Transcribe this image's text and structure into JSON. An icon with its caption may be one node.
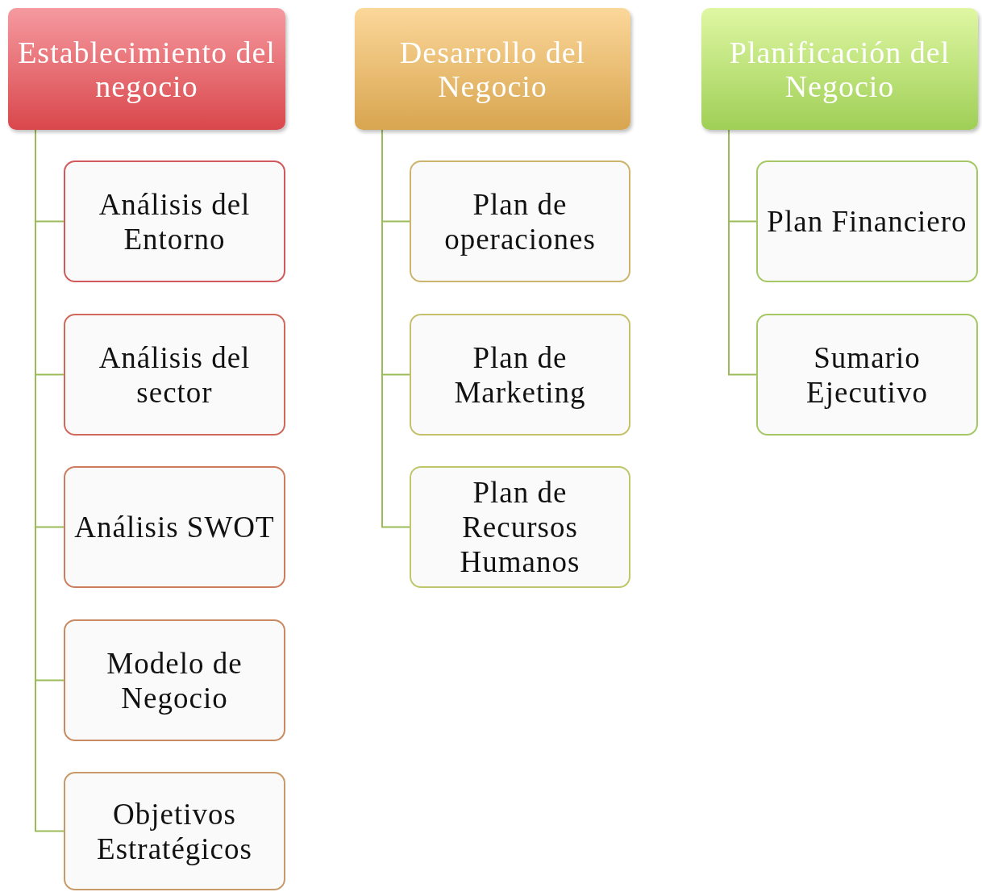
{
  "diagram": {
    "nodes": [
      {
        "text": [
          "Establecimiento del negocio"
        ]
      },
      {
        "text": [
          "Análisis del Entorno"
        ]
      },
      {
        "text": [
          "Análisis del sector"
        ]
      },
      {
        "text": [
          "Análisis SWOT"
        ]
      },
      {
        "text": [
          "Modelo de Negocio"
        ]
      },
      {
        "text": [
          "Objetivos Estratégicos"
        ]
      },
      {
        "text": [
          "Desarrollo del Negocio"
        ]
      },
      {
        "text": [
          "Plan de operaciones"
        ]
      },
      {
        "text": [
          "Plan de Marketing"
        ]
      },
      {
        "text": [
          "Plan de Recursos Humanos"
        ]
      },
      {
        "text": [
          "Planificación del Negocio"
        ]
      },
      {
        "text": [
          "Plan Financiero"
        ]
      },
      {
        "text": [
          "Sumario Ejecutivo"
        ]
      }
    ],
    "edges": [
      {
        "from": 0,
        "to": 1,
        "arrow": "none"
      },
      {
        "from": 0,
        "to": 2,
        "arrow": "none"
      },
      {
        "from": 0,
        "to": 3,
        "arrow": "none"
      },
      {
        "from": 0,
        "to": 4,
        "arrow": "none"
      },
      {
        "from": 0,
        "to": 5,
        "arrow": "none"
      },
      {
        "from": 6,
        "to": 7,
        "arrow": "none"
      },
      {
        "from": 6,
        "to": 8,
        "arrow": "none"
      },
      {
        "from": 6,
        "to": 9,
        "arrow": "none"
      },
      {
        "from": 10,
        "to": 11,
        "arrow": "none"
      },
      {
        "from": 10,
        "to": 12,
        "arrow": "none"
      }
    ]
  }
}
